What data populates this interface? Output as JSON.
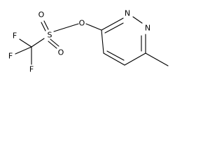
{
  "molecule": {
    "atoms": {
      "f1": "F",
      "f2": "F",
      "f3": "F",
      "s": "S",
      "o_top": "O",
      "o_bottom": "O",
      "o_bridge": "O",
      "n1": "N",
      "n2": "N"
    }
  }
}
